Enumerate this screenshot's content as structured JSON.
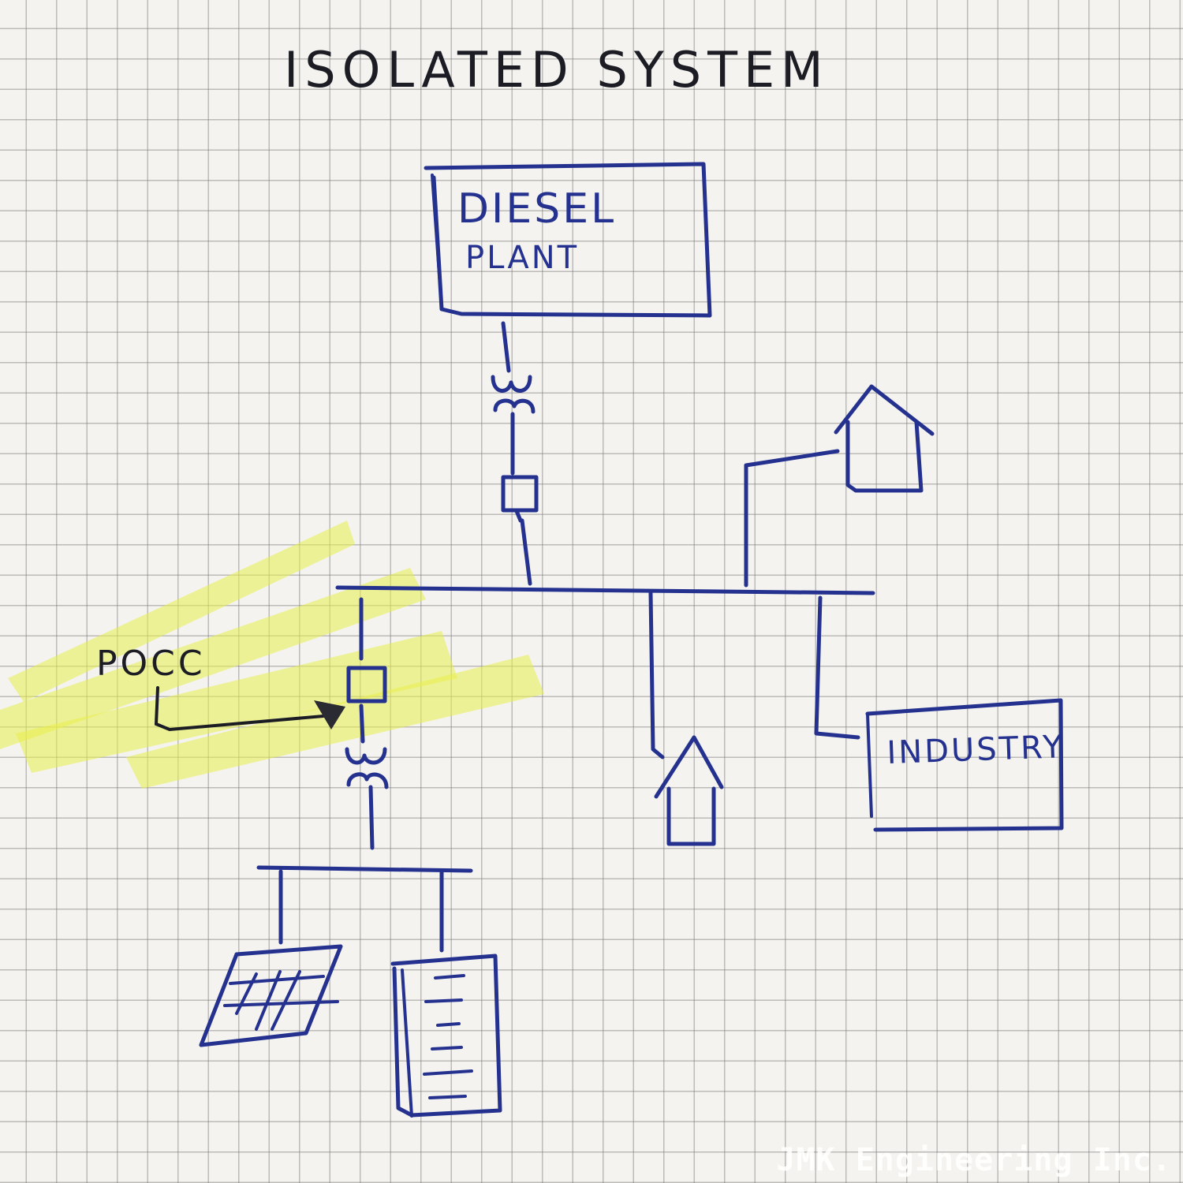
{
  "diagram": {
    "title": "ISOLATED SYSTEM",
    "nodes": {
      "diesel_line1": "DIESEL",
      "diesel_line2": "PLANT",
      "industry": "INDUSTRY",
      "pocc": "POCC"
    },
    "ink_color": "#24318f",
    "highlight_color": "#e8ee4a"
  },
  "watermark": "JMK Engineering Inc."
}
